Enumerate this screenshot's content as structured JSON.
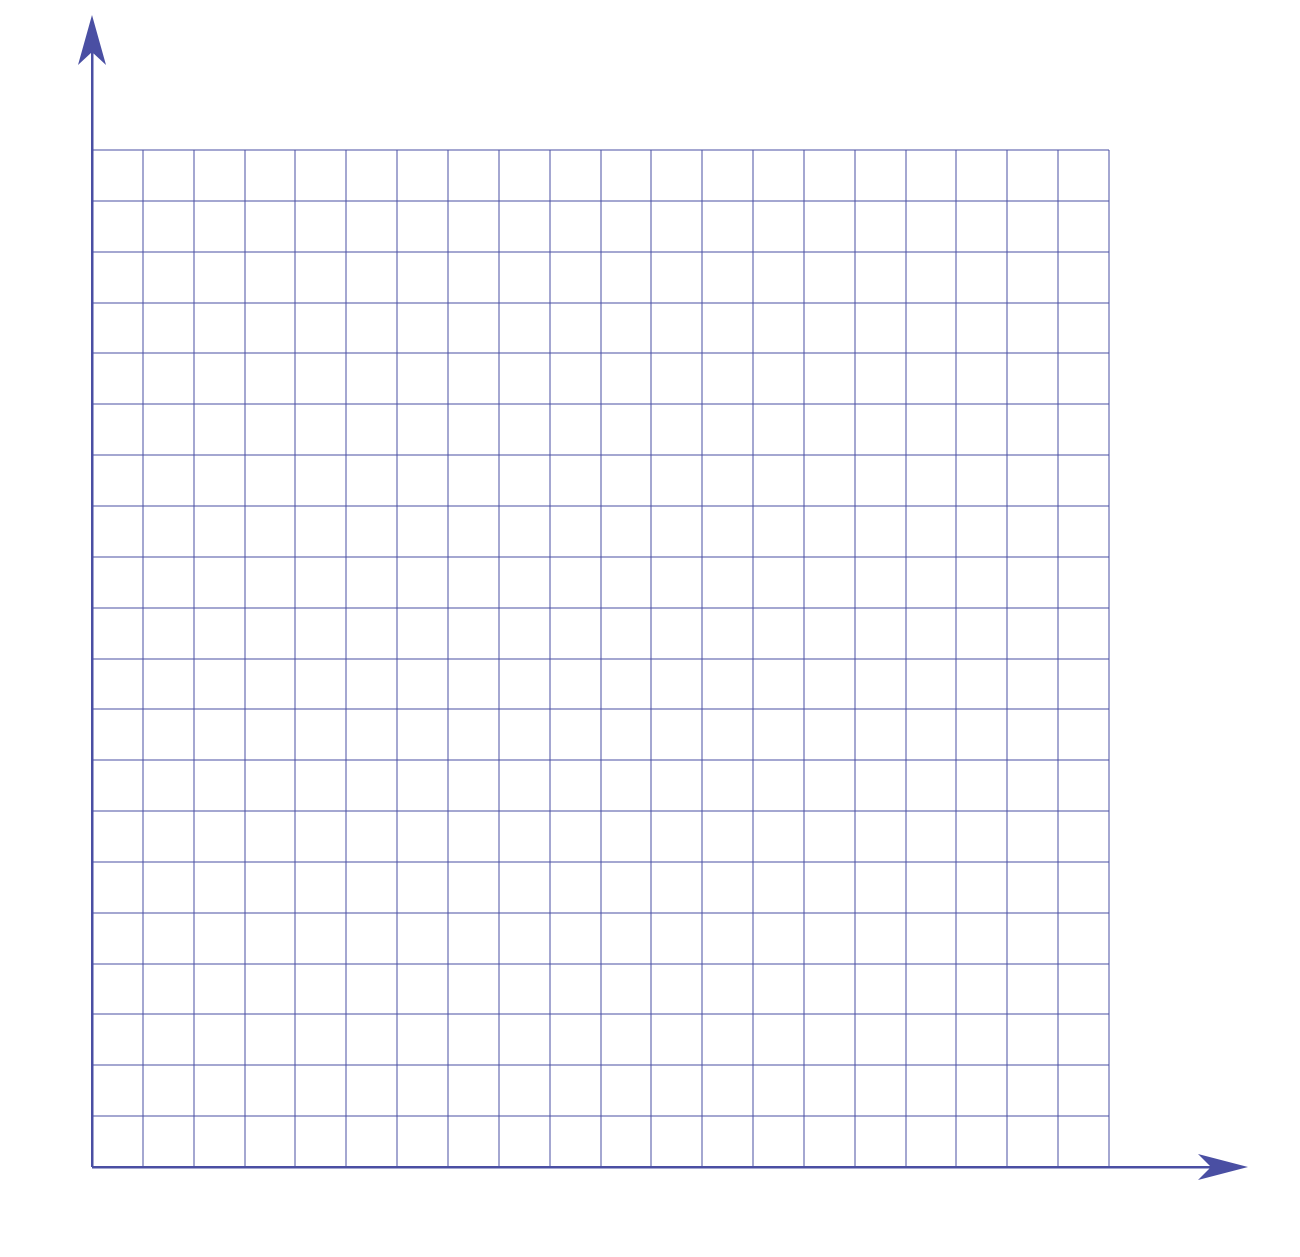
{
  "diagram": {
    "type": "blank-coordinate-grid",
    "grid": {
      "columns": 20,
      "rows": 20
    },
    "axes": {
      "x_arrow": true,
      "y_arrow": true
    },
    "colors": {
      "background": "#ffffff",
      "grid_line": "#4a4fa3",
      "axis_line": "#4a4fa3"
    }
  }
}
